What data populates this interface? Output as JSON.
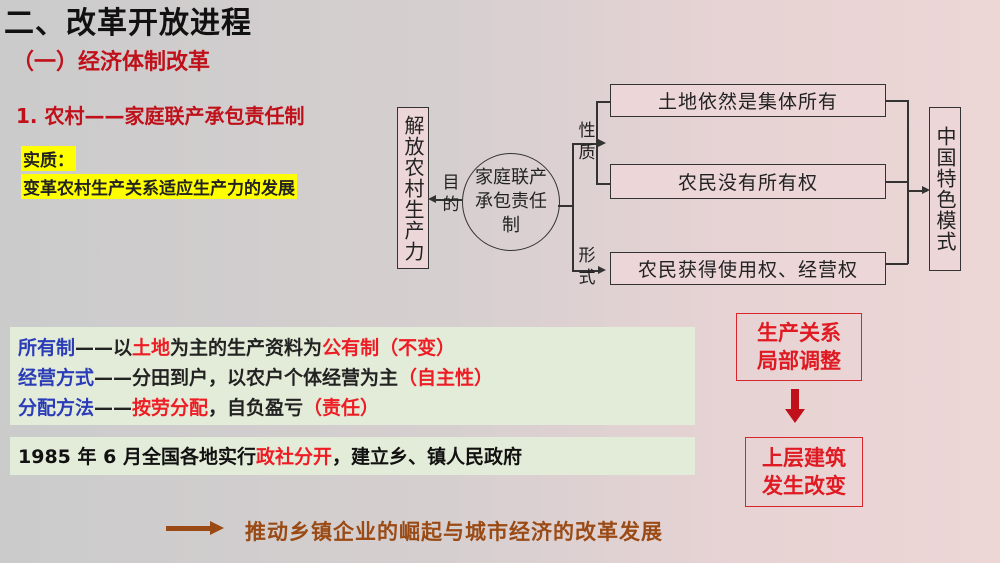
{
  "slide": {
    "title": "二、改革开放进程",
    "subtitle": "（一）经济体制改革",
    "section": "1. 农村——家庭联产承包责任制",
    "essence_label": "实质：",
    "essence_text": "变革农村生产关系适应生产力的发展"
  },
  "diagram": {
    "left_box": "解放农村生产力",
    "center_circle": "家庭联产承包责任制",
    "label_purpose": "目的",
    "label_nature": "性质",
    "label_form": "形式",
    "box1": "土地依然是集体所有",
    "box2": "农民没有所有权",
    "box3": "农民获得使用权、经营权",
    "right_box": "中国特色模式"
  },
  "info": {
    "row1": {
      "a": "所有制",
      "b": "——以",
      "c": "土地",
      "d": "为主的生产资料为",
      "e": "公有制（不变）"
    },
    "row2": {
      "a": "经营方式",
      "b": "——分田到户，以农户个体经营为主",
      "c": "（自主性）"
    },
    "row3": {
      "a": "分配方法",
      "b": "——",
      "c": "按劳分配",
      "d": "，自负盈亏",
      "e": "（责任）"
    }
  },
  "info2": {
    "a": "1985 年 6 月全国各地实行",
    "b": "政社分开",
    "c": "，建立乡、镇人民政府"
  },
  "flow": {
    "top": "生产关系局部调整",
    "bottom": "上层建筑发生改变",
    "arrow_color": "#c0101a"
  },
  "footer": "推动乡镇企业的崛起与城市经济的改革发展",
  "colors": {
    "red": "#ee1c24",
    "blue": "#2a3cb8",
    "highlight": "#ffff00",
    "footer": "#9a4a14"
  }
}
